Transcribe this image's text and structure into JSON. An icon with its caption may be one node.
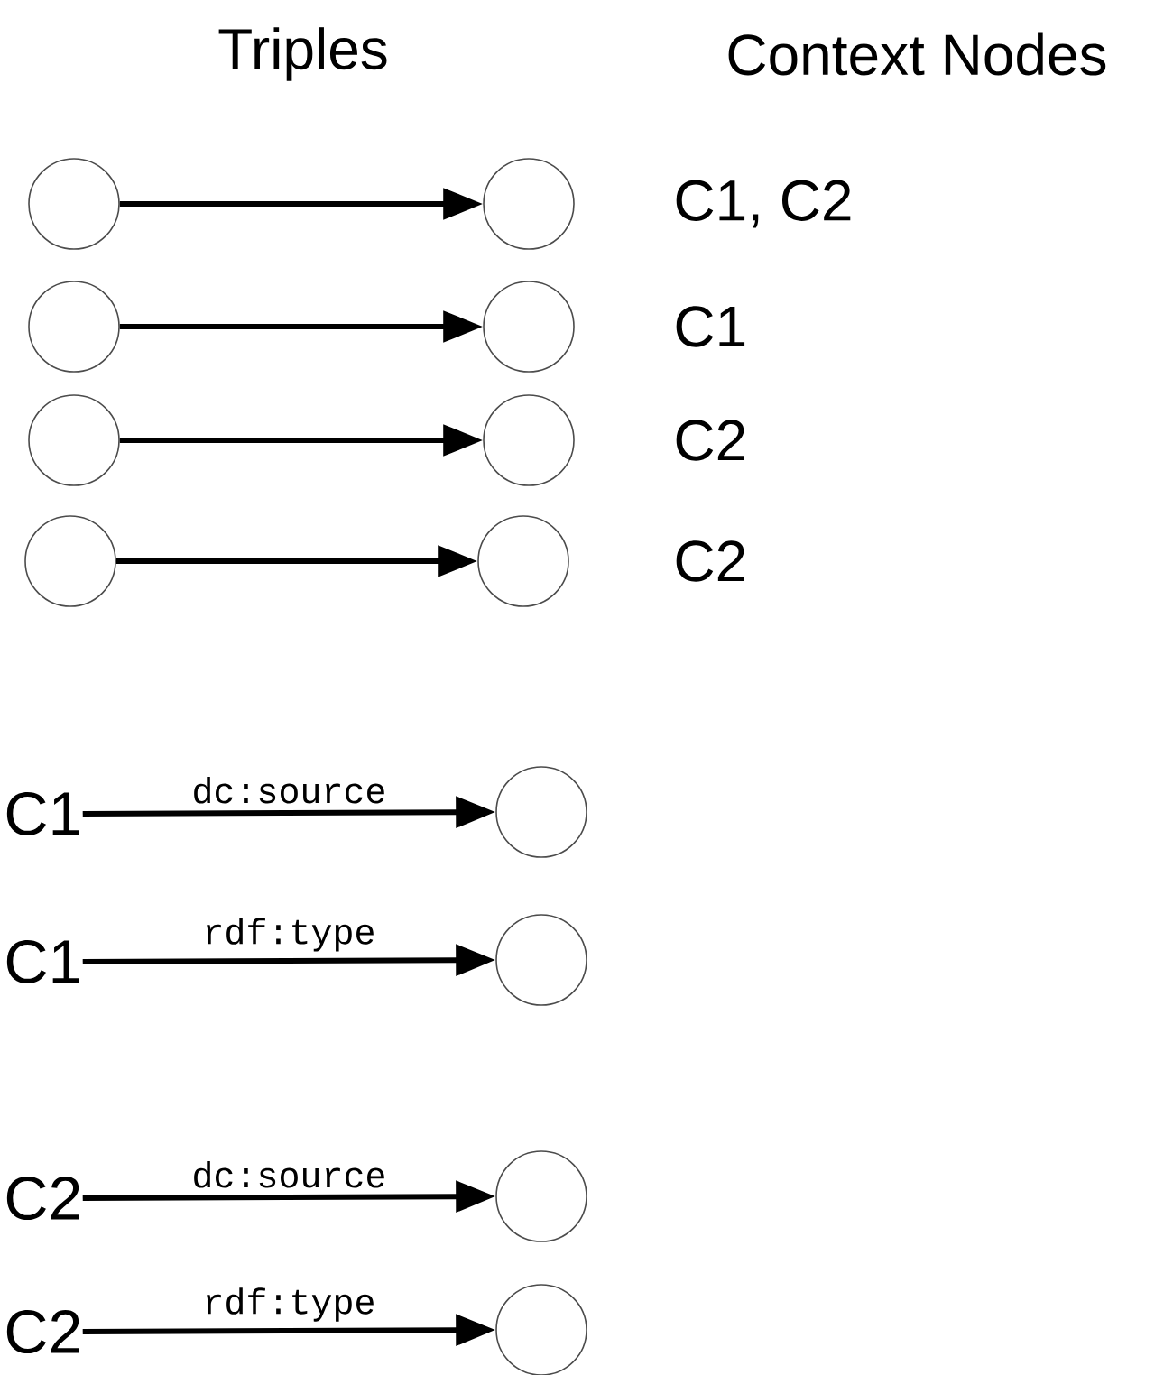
{
  "diagram": {
    "nodes": [
      {
        "text": [],
        "shape": "circle"
      },
      {
        "text": [],
        "shape": "circle"
      },
      {
        "text": [],
        "shape": "circle"
      },
      {
        "text": [],
        "shape": "circle"
      },
      {
        "text": [],
        "shape": "circle"
      },
      {
        "text": [],
        "shape": "circle"
      },
      {
        "text": [],
        "shape": "circle"
      },
      {
        "text": [],
        "shape": "circle"
      },
      {
        "text": [
          "C1"
        ]
      },
      {
        "text": [],
        "shape": "circle"
      },
      {
        "text": [
          "C1"
        ]
      },
      {
        "text": [],
        "shape": "circle"
      },
      {
        "text": [
          "C2"
        ]
      },
      {
        "text": [],
        "shape": "circle"
      },
      {
        "text": [
          "C2"
        ]
      },
      {
        "text": [],
        "shape": "circle"
      }
    ],
    "edges": [
      {
        "from": 0,
        "to": 1,
        "arrow": "to"
      },
      {
        "from": 2,
        "to": 3,
        "arrow": "to"
      },
      {
        "from": 4,
        "to": 5,
        "arrow": "to"
      },
      {
        "from": 6,
        "to": 7,
        "arrow": "to"
      },
      {
        "from": 8,
        "to": 9,
        "arrow": "to",
        "label": "dc:source"
      },
      {
        "from": 10,
        "to": 11,
        "arrow": "to",
        "label": "rdf:type"
      },
      {
        "from": 12,
        "to": 13,
        "arrow": "to",
        "label": "dc:source"
      },
      {
        "from": 14,
        "to": 15,
        "arrow": "to",
        "label": "rdf:type"
      }
    ],
    "labels": [
      "Triples",
      "Context Nodes",
      "C1, C2",
      "C1",
      "C2",
      "C2"
    ]
  }
}
